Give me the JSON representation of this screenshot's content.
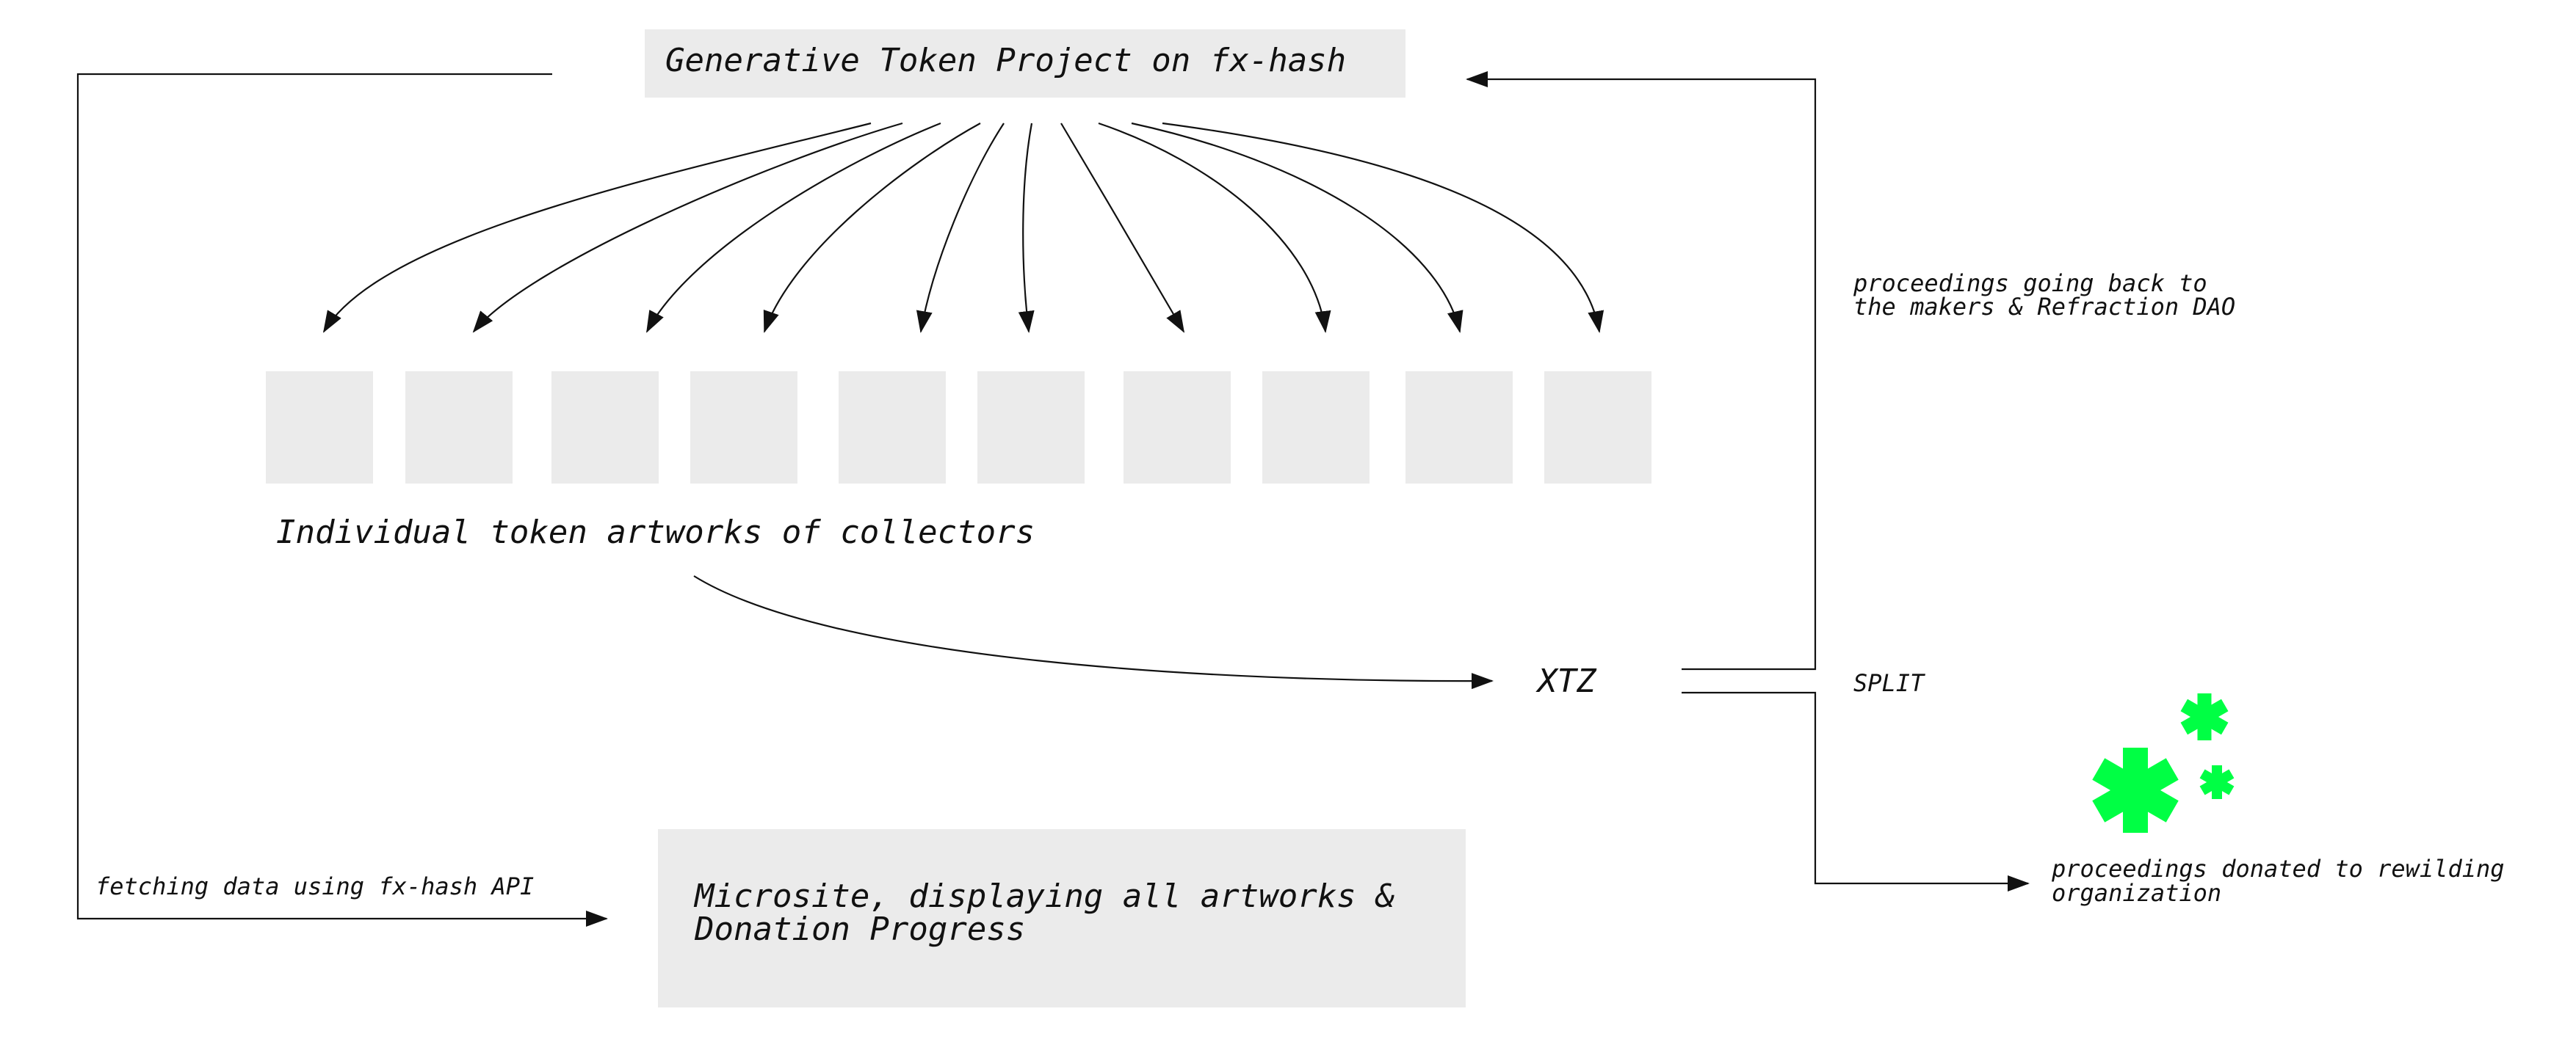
{
  "nodes": {
    "project": "Generative Token Project on fx-hash",
    "collectors": "Individual token artworks of collectors",
    "currency": "XTZ",
    "microsite": {
      "line1": "Microsite, displaying all artworks &",
      "line2": "Donation Progress"
    }
  },
  "labels": {
    "makers": {
      "line1": "proceedings going back to",
      "line2": "the makers & Refraction DAO"
    },
    "split": "SPLIT",
    "donation": {
      "line1": "proceedings donated to rewilding",
      "line2": "organization"
    },
    "api": "fetching data using fx-hash API"
  },
  "token_artworks_count": 10,
  "colors": {
    "box_fill": "#ebebeb",
    "line": "#111111",
    "accent_green": "#00ff44"
  },
  "decorations": {
    "icon": "asterisk-icon",
    "count": 3
  }
}
